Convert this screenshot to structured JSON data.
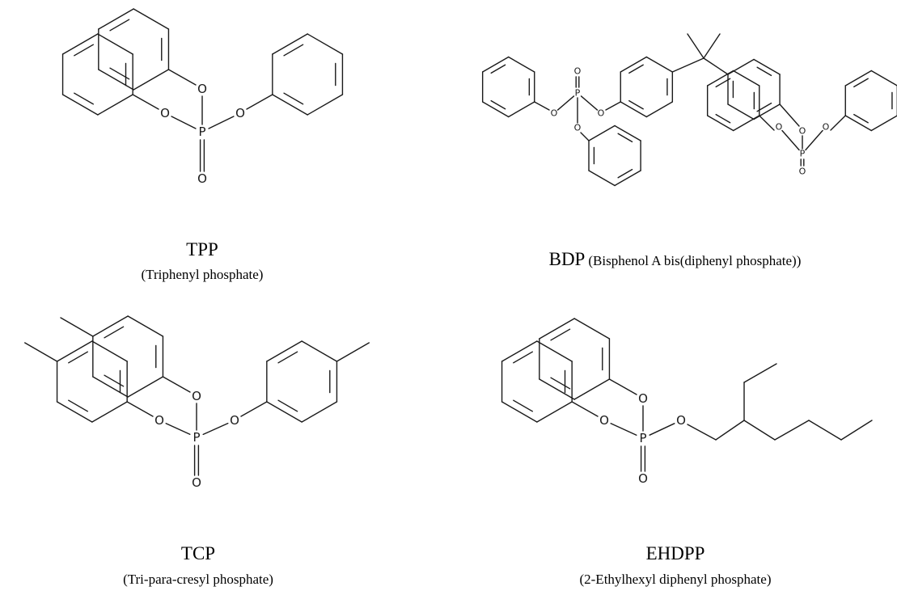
{
  "compounds": [
    {
      "abbr": "TPP",
      "name": "(Triphenyl phosphate)"
    },
    {
      "abbr": "BDP",
      "name": "(Bisphenol A bis(diphenyl phosphate))"
    },
    {
      "abbr": "TCP",
      "name": "(Tri-para-cresyl phosphate)"
    },
    {
      "abbr": "EHDPP",
      "name": "(2-Ethylhexyl diphenyl phosphate)"
    }
  ],
  "atoms": {
    "oxygen": "O",
    "phosphorus": "P"
  }
}
